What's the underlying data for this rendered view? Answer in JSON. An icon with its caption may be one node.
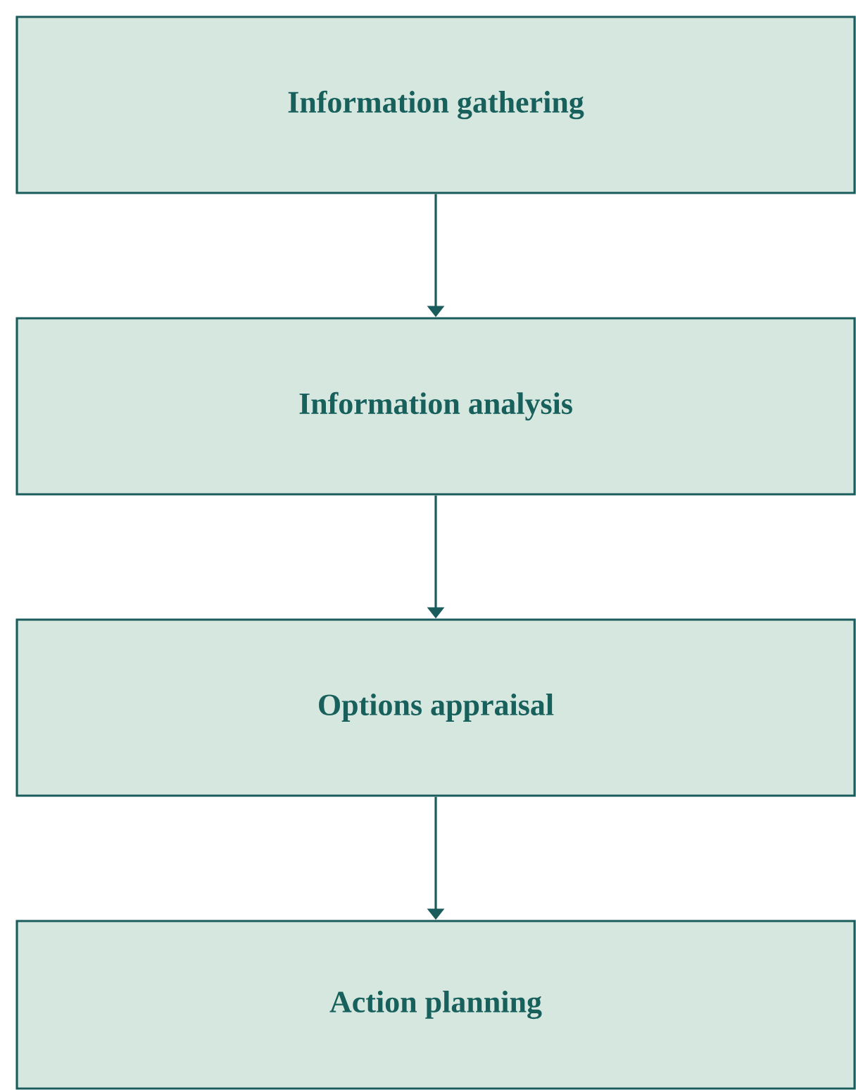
{
  "diagram": {
    "nodes": [
      {
        "text": [
          "Information gathering"
        ]
      },
      {
        "text": [
          "Information analysis"
        ]
      },
      {
        "text": [
          "Options appraisal"
        ]
      },
      {
        "text": [
          "Action planning"
        ]
      }
    ],
    "edges": [
      {
        "from": 0,
        "to": 1,
        "arrow": "to"
      },
      {
        "from": 1,
        "to": 2,
        "arrow": "to"
      },
      {
        "from": 2,
        "to": 3,
        "arrow": "to"
      }
    ]
  }
}
